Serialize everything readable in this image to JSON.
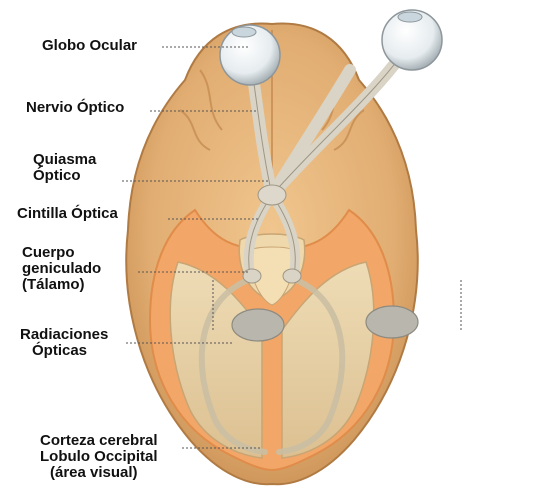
{
  "colors": {
    "brain_fill": "#e6b57a",
    "brain_shade": "#c98f52",
    "cortex_band": "#f2a667",
    "white_matter": "#e9d3a8",
    "visual_pathway": "#d9d4c6",
    "pathway_edge": "#9e9684",
    "eye": "#eef3f6",
    "label_text": "#111111",
    "leader_line": "#555555"
  },
  "labels": {
    "globo_ocular": "Globo Ocular",
    "nervio_optico": "Nervio Óptico",
    "quiasma_line1": "Quiasma",
    "quiasma_line2": "Óptico",
    "cintilla": "Cintilla Óptica",
    "cuerpo_line1": "Cuerpo",
    "cuerpo_line2": "geniculado",
    "cuerpo_line3": "(Tálamo)",
    "radiaciones_line1": "Radiaciones",
    "radiaciones_line2": "Ópticas",
    "corteza_line1": "Corteza cerebral",
    "corteza_line2": "Lobulo Occipital",
    "corteza_line3": "(área visual)"
  }
}
